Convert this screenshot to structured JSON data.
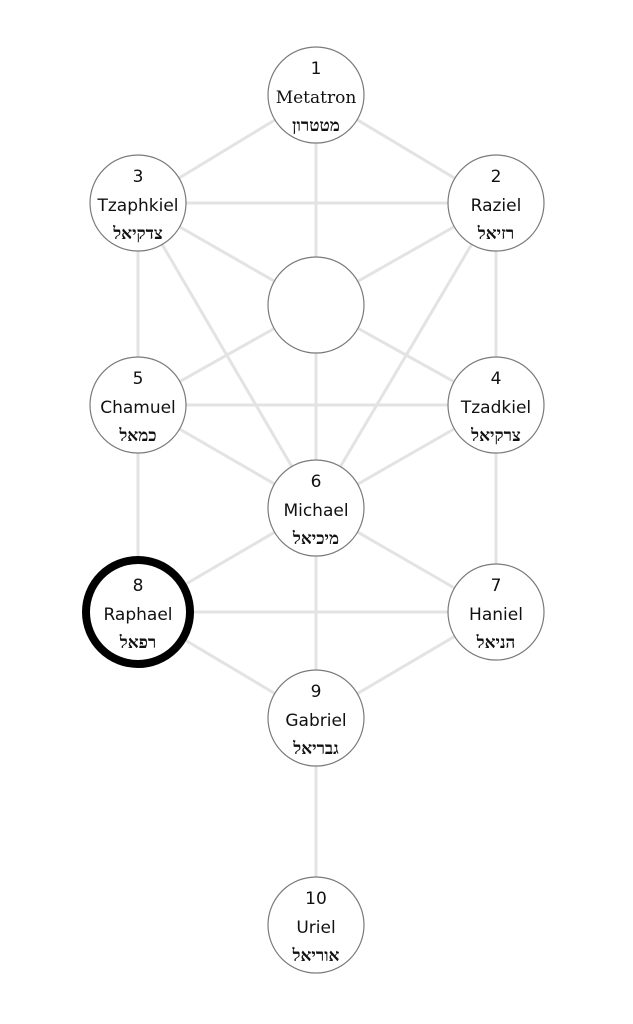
{
  "diagram": {
    "type": "tree-of-life",
    "highlighted_node": "8",
    "nodes": [
      {
        "id": "1",
        "number": "1",
        "name": "Metatron",
        "hebrew": "מטטרון"
      },
      {
        "id": "2",
        "number": "2",
        "name": "Raziel",
        "hebrew": "רזיאל"
      },
      {
        "id": "3",
        "number": "3",
        "name": "Tzaphkiel",
        "hebrew": "צדקיאל"
      },
      {
        "id": "D",
        "number": "",
        "name": "",
        "hebrew": ""
      },
      {
        "id": "4",
        "number": "4",
        "name": "Tzadkiel",
        "hebrew": "צרקיאל"
      },
      {
        "id": "5",
        "number": "5",
        "name": "Chamuel",
        "hebrew": "כמאל"
      },
      {
        "id": "6",
        "number": "6",
        "name": "Michael",
        "hebrew": "מיכיאל"
      },
      {
        "id": "7",
        "number": "7",
        "name": "Haniel",
        "hebrew": "הניאל"
      },
      {
        "id": "8",
        "number": "8",
        "name": "Raphael",
        "hebrew": "רפאל"
      },
      {
        "id": "9",
        "number": "9",
        "name": "Gabriel",
        "hebrew": "גבריאל"
      },
      {
        "id": "10",
        "number": "10",
        "name": "Uriel",
        "hebrew": "אוריאל"
      }
    ],
    "edges": [
      [
        "1",
        "3"
      ],
      [
        "1",
        "2"
      ],
      [
        "1",
        "D"
      ],
      [
        "3",
        "2"
      ],
      [
        "3",
        "D"
      ],
      [
        "2",
        "D"
      ],
      [
        "3",
        "5"
      ],
      [
        "2",
        "4"
      ],
      [
        "3",
        "6"
      ],
      [
        "2",
        "6"
      ],
      [
        "D",
        "5"
      ],
      [
        "D",
        "4"
      ],
      [
        "D",
        "6"
      ],
      [
        "5",
        "4"
      ],
      [
        "5",
        "6"
      ],
      [
        "4",
        "6"
      ],
      [
        "5",
        "8"
      ],
      [
        "4",
        "7"
      ],
      [
        "6",
        "8"
      ],
      [
        "6",
        "7"
      ],
      [
        "6",
        "9"
      ],
      [
        "8",
        "7"
      ],
      [
        "8",
        "9"
      ],
      [
        "7",
        "9"
      ],
      [
        "9",
        "10"
      ]
    ],
    "colors": {
      "edge": "#e3e3e3",
      "node_stroke": "#7a7a7a",
      "highlight": "#000000"
    }
  }
}
